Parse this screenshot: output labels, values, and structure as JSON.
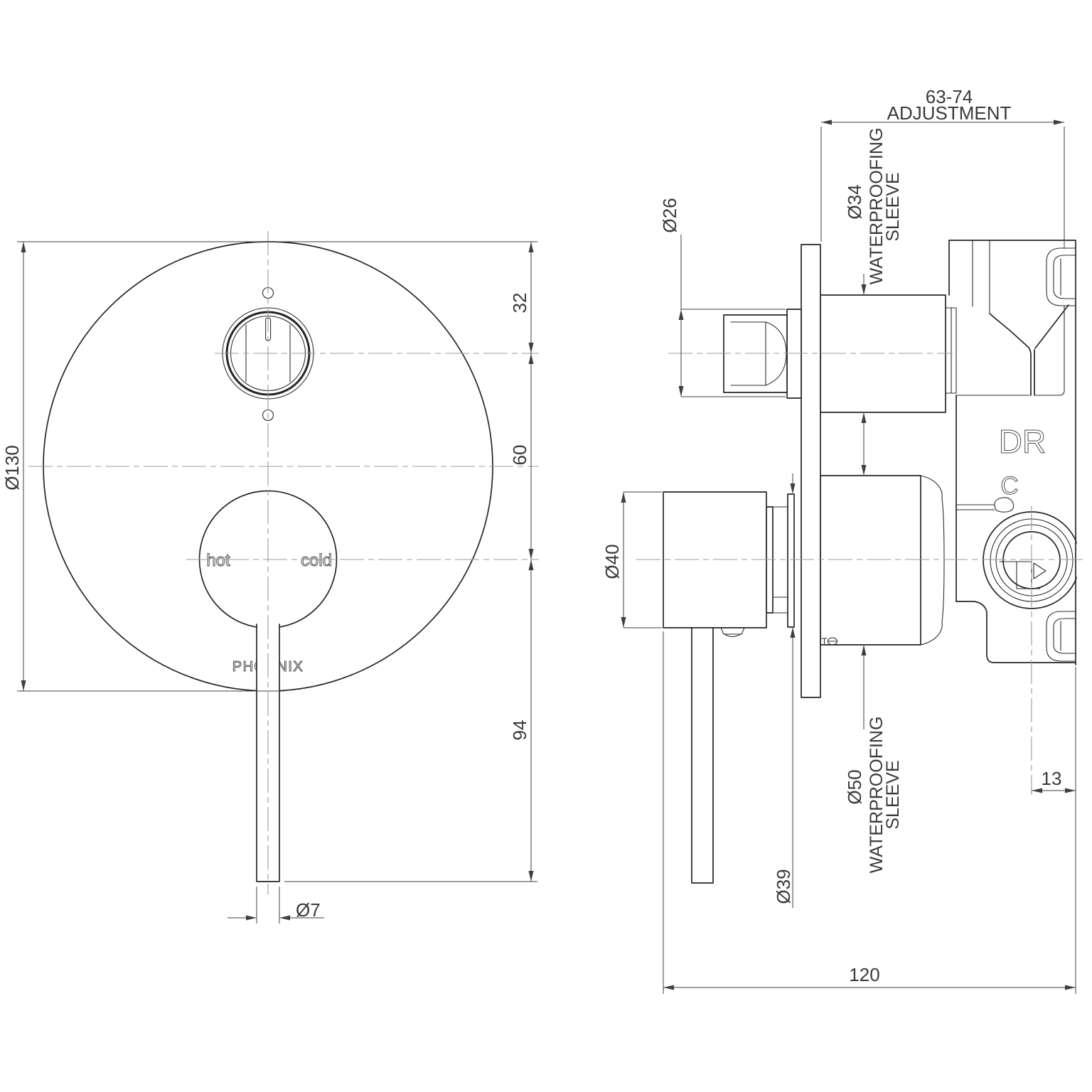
{
  "front_view": {
    "plate_diameter": "Ø130",
    "dim_top_to_diverter": "32",
    "dim_diverter_to_mixer": "60",
    "dim_mixer_to_lever_end": "94",
    "lever_diameter": "Ø7",
    "hot_label": "hot",
    "cold_label": "cold",
    "brand": "PHOENIX"
  },
  "side_view": {
    "adjustment_range": "63-74",
    "adjustment_word": "ADJUSTMENT",
    "diverter_knob_diameter": "Ø26",
    "upper_sleeve_diameter": "Ø34",
    "waterproofing_word": "WATERPROOFING",
    "sleeve_word": "SLEEVE",
    "handle_diameter": "Ø40",
    "lower_sleeve_diameter": "Ø50",
    "trim_ring_diameter": "Ø39",
    "dim_center_to_body_edge": "13",
    "dim_overall_depth": "120",
    "body_cast_mark_dr": "DR",
    "body_cast_mark_c": "C"
  },
  "colors": {
    "object_line": "#262626",
    "dimension_line": "#3f3f3f",
    "centerline": "#9c9c9c",
    "engraving": "#4e4e4e",
    "background": "#ffffff"
  }
}
